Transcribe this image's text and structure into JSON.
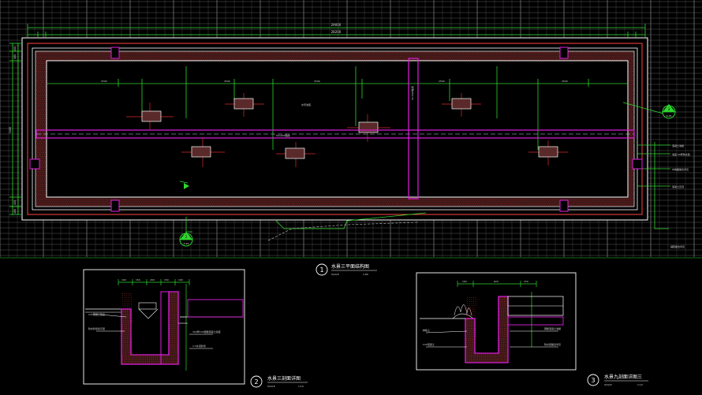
{
  "app": {
    "background": "#000000"
  },
  "colors": {
    "paving": "#6d6d6d",
    "dimension": "#2fd62f",
    "structure": "#e01ee0",
    "hatch": "#c93b3b",
    "outline": "#ffffff",
    "label": "#d8d8d8",
    "centerline": "#c8c8ff"
  },
  "plan": {
    "title": "水景三平面结构图",
    "scale_label": "SCALE",
    "scale_value": "1:80",
    "number": "1",
    "overall_dims": [
      "29000",
      "28200"
    ],
    "left_edge_dims": [
      "400",
      "400",
      "3400",
      "400",
      "400"
    ],
    "top_sub_dims": [
      "2500",
      "2500",
      "2500",
      "2500",
      "2500"
    ],
    "center_label": "水景池底",
    "centerline_label": "SC1000轴线",
    "vertical_beam_label": "SC1000轴线",
    "section_marker": {
      "number": "2",
      "ref": "A-21"
    },
    "section_marker_right": {
      "number": "3",
      "ref": "A-21"
    },
    "callouts": [
      "混凝土池壁",
      "池底 50厚防水层",
      "内墙面做法详见",
      "混凝土压顶"
    ],
    "footnote": "铺装做法详见"
  },
  "section2": {
    "title": "水景三剖面详图",
    "scale_label": "SCALE",
    "scale_value": "1:10",
    "number": "2",
    "dims": [
      "100",
      "150",
      "200",
      "150",
      "100"
    ],
    "notes": [
      "C20混凝土垫层",
      "防水砂浆找平层",
      "300厚C30钢筋混凝土池底",
      "1:3水泥砂浆"
    ]
  },
  "section3": {
    "title": "水景九剖面详图三",
    "scale_label": "SCALE",
    "scale_value": "1:10",
    "number": "3",
    "dims": [
      "160",
      "620",
      "150"
    ],
    "notes": [
      "种植土",
      "C20混凝土",
      "钢筋混凝土池壁",
      "防水层做法详见"
    ]
  }
}
